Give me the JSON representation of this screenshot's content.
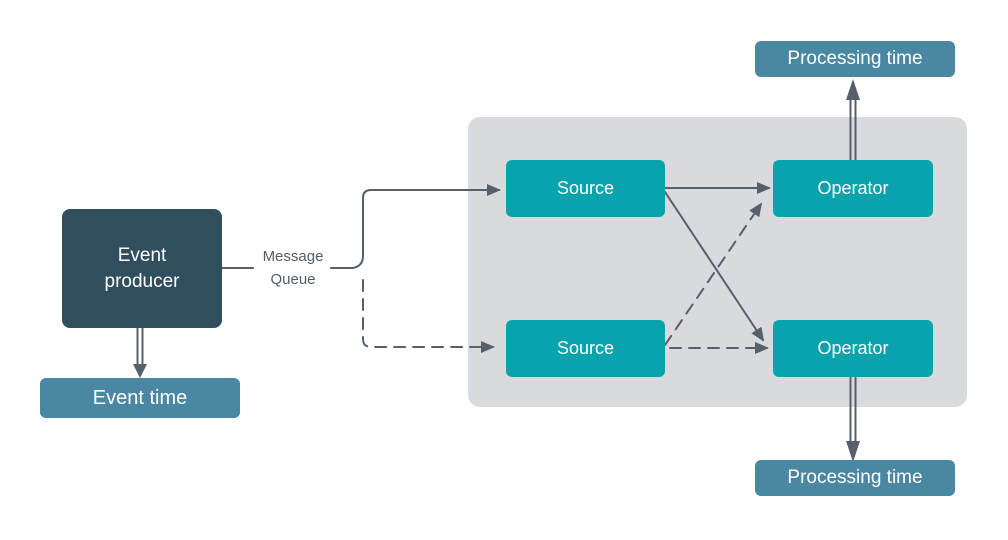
{
  "nodes": {
    "event_producer": "Event producer",
    "event_time": "Event time",
    "message_queue": "Message Queue",
    "source_top": "Source",
    "source_bottom": "Source",
    "operator_top": "Operator",
    "operator_bottom": "Operator",
    "processing_time_top": "Processing time",
    "processing_time_bottom": "Processing time"
  },
  "edges": [
    {
      "from": "event_producer",
      "to": "event_time",
      "style": "double-line-arrow"
    },
    {
      "from": "event_producer",
      "to": "message_queue",
      "style": "solid"
    },
    {
      "from": "message_queue",
      "to": "source_top",
      "style": "solid-arrow"
    },
    {
      "from": "message_queue",
      "to": "source_bottom",
      "style": "dashed-arrow"
    },
    {
      "from": "source_top",
      "to": "operator_top",
      "style": "solid-arrow"
    },
    {
      "from": "source_top",
      "to": "operator_bottom",
      "style": "solid-arrow"
    },
    {
      "from": "source_bottom",
      "to": "operator_top",
      "style": "dashed-arrow"
    },
    {
      "from": "source_bottom",
      "to": "operator_bottom",
      "style": "dashed-arrow"
    },
    {
      "from": "operator_top",
      "to": "processing_time_top",
      "style": "double-line-arrow"
    },
    {
      "from": "operator_bottom",
      "to": "processing_time_bottom",
      "style": "double-line-arrow"
    }
  ],
  "colors": {
    "background": "#ffffff",
    "container": "#d8dade",
    "node-dark": "#2f4f5f",
    "node-teal": "#09a3ae",
    "node-time": "#4a87a2",
    "line": "#55606b",
    "text-muted": "#525d68",
    "text-light": "#ffffff"
  }
}
